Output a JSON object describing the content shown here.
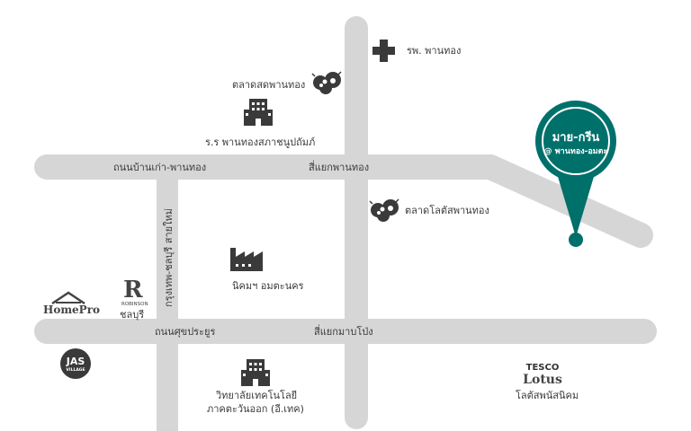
{
  "roads": {
    "road_top": "ถนนบ้านเก่า-พานทอง",
    "road_bottom": "ถนนศุขประยูร",
    "road_vertical": "กรุงเทพ-ชลบุรี สายใหม่",
    "junction_top": "สี่แยกพานทอง",
    "junction_bottom": "สี่แยกมาบโป่ง"
  },
  "places": {
    "hospital": "รพ. พานทอง",
    "fresh_market": "ตลาดสดพานทอง",
    "school": "ร.ร พานทองสภาชนูปถัมภ์",
    "lotus_market": "ตลาดโลตัสพานทอง",
    "industrial_estate": "นิคมฯ อมตะนคร",
    "robinson_branch": "ชลบุรี",
    "college_line1": "วิทยาลัยเทคโนโลยี",
    "college_line2": "ภาคตะวันออก (อี.เทค)",
    "tesco_branch": "โลตัสพนัสนิคม"
  },
  "logos": {
    "homepro": "HomePro",
    "robinson_mark": "R",
    "robinson": "ROBINSON",
    "jas_line1": "JAS",
    "jas_line2": "VILLAGE",
    "tesco_line1": "TESCO",
    "tesco_line2": "Lotus"
  },
  "pin": {
    "title": "มาย-กรีน",
    "subtitle": "@ พานทอง-อมตะ"
  },
  "colors": {
    "road": "#d6d6d6",
    "pin": "#00706b",
    "icon": "#3a3a3a",
    "text": "#3a3a3a"
  }
}
